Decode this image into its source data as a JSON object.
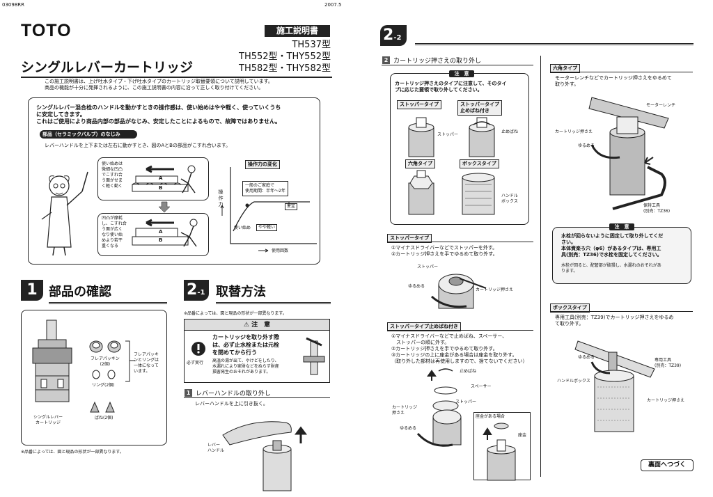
{
  "header": {
    "doc_code": "03098RR",
    "date": "2007.5"
  },
  "brand": {
    "logo_text": "TOTO"
  },
  "manual_badge": "施工説明書",
  "models": [
    "TH537型",
    "TH552型・THY552型",
    "TH582型・THY582型"
  ],
  "product_title": "シングルレバーカートリッジ",
  "intro": "この施工説明書は、上げ吐水タイプ・下げ吐水タイプのカートリッジ取替要領について説明しています。\n商品の機能が十分に発揮されるように、この施工説明書の内容に沿って正しく取り付けてください。",
  "notice": {
    "text": "シングルレバー混合栓のハンドルを動かすときの操作感は、使い始めはやや軽く、使っていくうち\nに安定してきます。\nこれはご使用により商品内部の部品がなじみ、安定したことによるもので、故障ではありません。",
    "sub_label": "部品（セラミックバルブ）のなじみ",
    "sub_text": "レバーハンドルを上下または左右に動かすとき、図のAとBの部品がこすれ合います。",
    "bubble1": "使い始めは\n微細な凹凸\nでこすれ合\nう面がせま\nく軽く動く",
    "bubble2": "凹凸が摩耗\nし、こすれ合\nう面が広く\nなり使い始\nめより若干\n重くなる",
    "label_a": "A",
    "label_b": "B",
    "graph": {
      "title": "操作力の変化",
      "ylabel": "操作力",
      "note": "一般のご家庭で\n使用期間：半年〜2年",
      "stable": "安定",
      "start": "使い始め",
      "slightly_light": "やや軽い",
      "xlabel": "使用回数"
    }
  },
  "section1": {
    "num": "1",
    "title": "部品の確認",
    "parts": {
      "cartridge": "シングルレバー\nカートリッジ",
      "flare": "フレアパッキン\n(2個)",
      "ring": "リング(2個)",
      "spring": "ばね(2個)",
      "note": "フレアパッキ\nンとリングは\n一体になって\nいます。"
    },
    "footnote": "※品番によっては、図と現品の形状が一部異なります。"
  },
  "section21": {
    "num": "2",
    "sub": "-1",
    "title": "取替方法",
    "footnote": "※品番によっては、図と現品の形状が一部異なります。",
    "caution": {
      "icon": "⚠",
      "label": "注　意",
      "must": "必ず実行",
      "main": "カートリッジを取り外す際\nは、必ず止水栓または元栓\nを閉めてから行う",
      "sub": "高温の湯が出て、やけどをしたり、\n水漏れにより家財などをぬらす財産\n損害発生のおそれがあります。"
    },
    "step1": {
      "num": "1",
      "title": "レバーハンドルの取り外し",
      "text": "レバーハンドルを上に引き抜く。",
      "label": "レバー\nハンドル"
    }
  },
  "section22": {
    "num": "2",
    "sub": "-2",
    "step2": {
      "num": "2",
      "title": "カートリッジ押さえの取り外し"
    },
    "caution_box": {
      "label": "注　意",
      "text": "カートリッジ押さえのタイプに注意して、そのタイ\nプに応じた要領で取り外してください。",
      "types": [
        "ストッパータイプ",
        "ストッパータイプ\n止めばね付き",
        "六角タイプ",
        "ボックスタイプ"
      ],
      "callouts": [
        "ストッパー",
        "止めばね",
        "ハンドル\nボックス"
      ]
    },
    "stopper": {
      "title": "ストッパータイプ",
      "text": "①マイナスドライバーなどでストッパーを外す。\n②カートリッジ押さえを手でゆるめて取り外す。",
      "labels": [
        "ストッパー",
        "ゆるめる",
        "カートリッジ押さえ"
      ]
    },
    "stopper_spring": {
      "title": "ストッパータイプ止めばね付き",
      "text": "①マイナスドライバーなどで止めばね、スペーサー、\n　ストッパーの順に外す。\n②カートリッジ押さえを手でゆるめて取り外す。\n③カートリッジの上に座金がある場合は座金を取り外す。\n（取り外した部材は再使用しますので、捨てないでください）",
      "labels": [
        "止めばね",
        "スペーサー",
        "ストッパー",
        "カートリッジ\n押さえ",
        "ゆるめる"
      ],
      "washer_box": {
        "title": "座金がある場合",
        "label": "座金"
      }
    },
    "hex": {
      "title": "六角タイプ",
      "text": "モーターレンチなどでカートリッジ押さえをゆるめて\n取り外す。",
      "labels": [
        "モーターレンチ",
        "カートリッジ押さえ",
        "ゆるめる",
        "保持工具\n(別売：TZ36)"
      ]
    },
    "hex_caution": {
      "label": "注　意",
      "main": "水栓が回らないように固定して取り外してくだ\nさい。\n本体資楽ろ穴（φ6）があるタイプは、専用工\n具(別売：TZ36)で水栓を固定してください。",
      "sub": "水栓が回ると、配管部が破損し、水漏れのおそれがあ\nります。"
    },
    "box_type": {
      "title": "ボックスタイプ",
      "text": "専用工具(別売：TZ39)でカートリッジ押さえをゆるめ\nて取り外す。",
      "labels": [
        "ゆるめる",
        "専用工具\n(別売：TZ39)",
        "ハンドルボックス",
        "カートリッジ押さえ"
      ]
    },
    "continue": "裏面へつづく"
  }
}
